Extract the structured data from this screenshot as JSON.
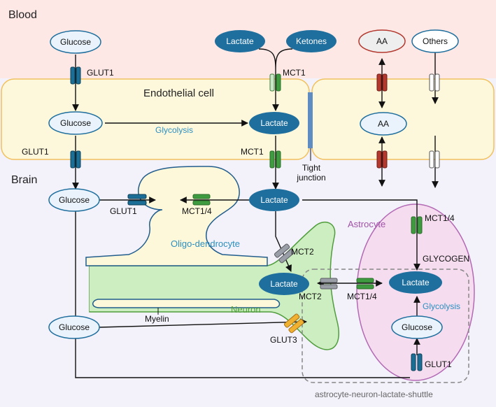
{
  "regions": {
    "blood": "Blood",
    "brain": "Brain",
    "endothelial": "Endothelial cell"
  },
  "molecules": {
    "glucose": "Glucose",
    "lactate": "Lactate",
    "ketones": "Ketones",
    "aa": "AA",
    "others": "Others"
  },
  "transporters": {
    "glut1": "GLUT1",
    "glut3": "GLUT3",
    "mct1": "MCT1",
    "mct1_4": "MCT1/4",
    "mct2": "MCT2"
  },
  "labels": {
    "glycolysis": "Glycolysis",
    "tight_line1": "Tight",
    "tight_line2": "junction",
    "oligo": "Oligo-dendrocyte",
    "astrocyte": "Astrocyte",
    "glycogen": "GLYCOGEN",
    "myelin": "Myelin",
    "neuron": "Neuron",
    "shuttle": "astrocyte-neuron-lactate-shuttle"
  },
  "colors": {
    "blood_bg": "#fde8e6",
    "brain_bg": "#f3f1f9",
    "endothelial_fill": "#fdf8dc",
    "endothelial_stroke": "#f2c05c",
    "glut": "#1b6f96",
    "mct": "#3e9b3f",
    "mct2": "#9a9ea6",
    "glut3": "#f0b030",
    "aa_transporter": "#b3382e",
    "tight_junction": "#5f8dc3",
    "dark_ellipse": "#1f6f9e",
    "light_ellipse": "#eaf3fb",
    "oligo_fill": "#fdf8da",
    "oligo_stroke": "#215d8d",
    "neuron_fill": "#cdeec0",
    "neuron_stroke": "#4f9d3c",
    "astro_fill": "#f5dcef",
    "astro_stroke": "#b36ab5",
    "glycolysis_text": "#2c8fc0",
    "oligo_text": "#2c8fc0",
    "astro_text": "#a052a8",
    "neuron_text": "#4f9d3c"
  }
}
